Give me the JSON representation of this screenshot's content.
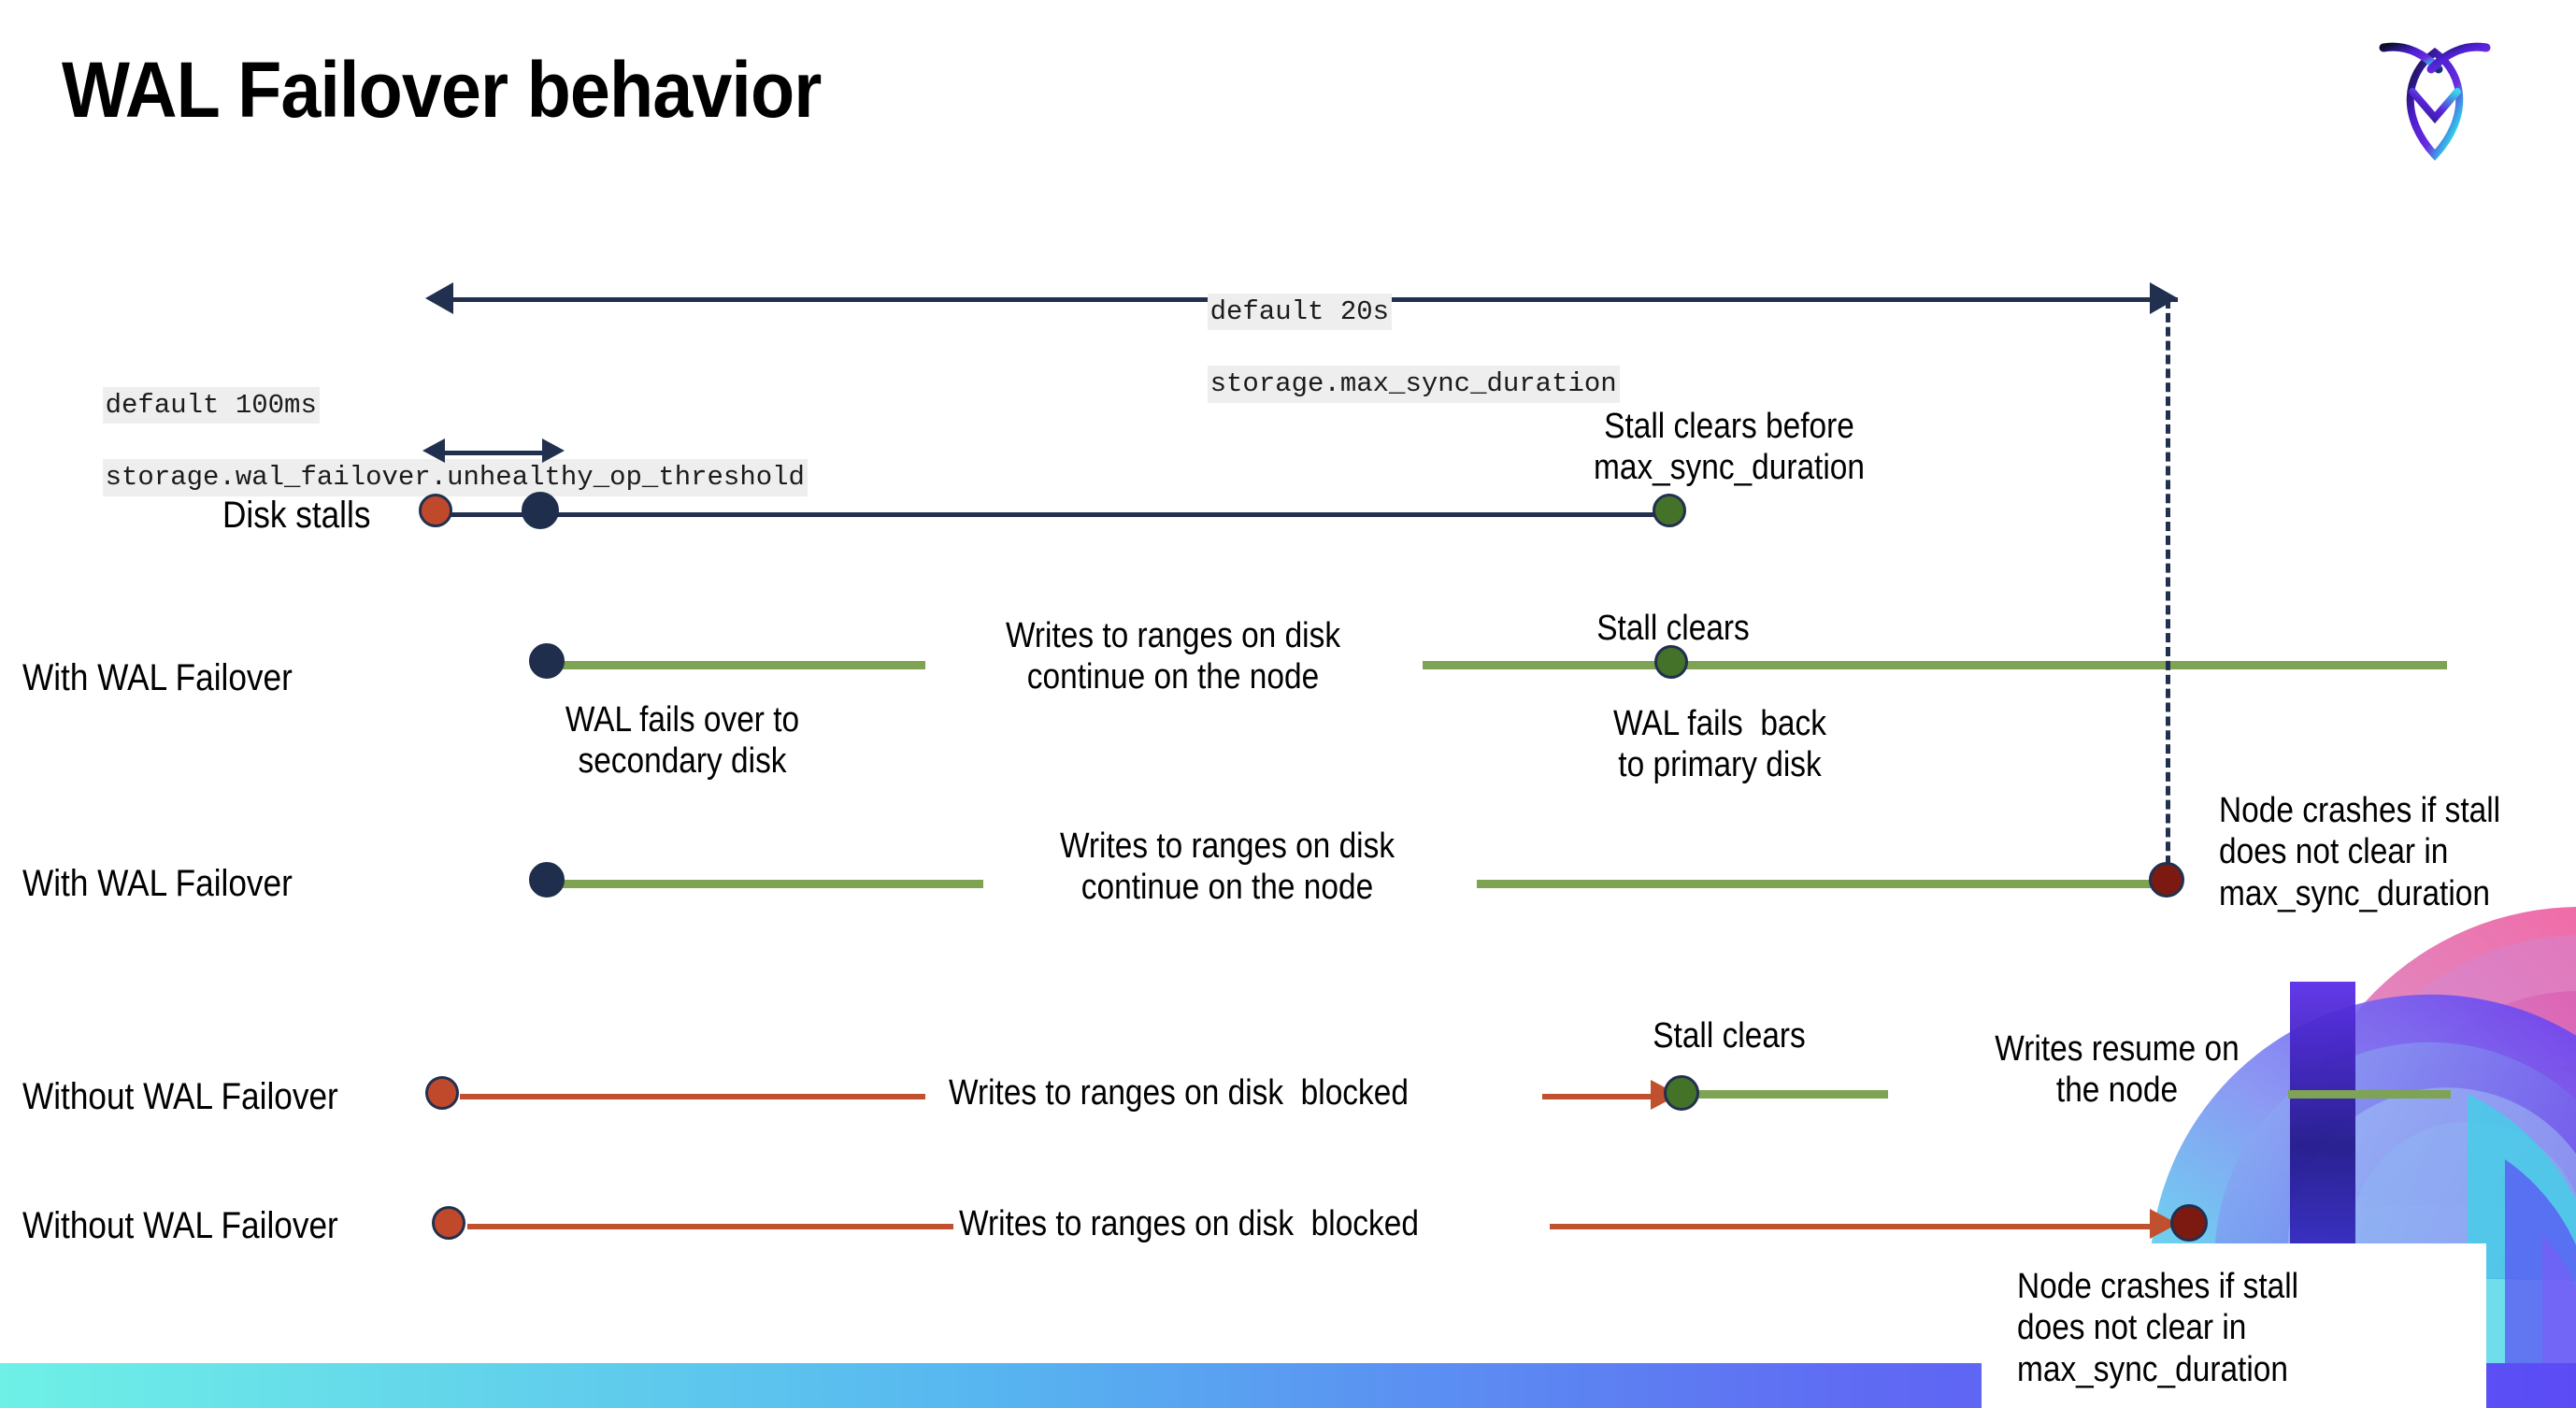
{
  "slide": {
    "title": "WAL Failover behavior",
    "background": "#ffffff",
    "logo_name": "cockroachdb-logo"
  },
  "colors": {
    "navy": "#22304f",
    "navy_dot": "#1f2e4d",
    "orange": "#c0492b",
    "orange_line": "#c0502e",
    "green_line": "#7da353",
    "green_dot": "#457229",
    "dark_red": "#7c1a12",
    "code_bg": "#eeeeee",
    "bar_gradient_start": "#6ef0e6",
    "bar_gradient_end": "#5b4bf5"
  },
  "annotations": {
    "max_sync_duration": {
      "default": "default 20s",
      "setting": "storage.max_sync_duration"
    },
    "unhealthy_op_threshold": {
      "default": "default 100ms",
      "setting": "storage.wal_failover.unhealthy_op_threshold"
    }
  },
  "rows": [
    {
      "label": "Disk stalls",
      "notes": [
        "Stall clears before\nmax_sync_duration"
      ]
    },
    {
      "label": "With WAL Failover",
      "notes": [
        "WAL fails over to\nsecondary disk",
        "Writes to ranges on disk\ncontinue on the node",
        "Stall clears",
        "WAL fails  back\nto primary disk"
      ]
    },
    {
      "label": "With WAL Failover",
      "notes": [
        "Writes to ranges on disk\ncontinue on the node",
        "Node crashes if stall\ndoes not clear in\nmax_sync_duration"
      ]
    },
    {
      "label": "Without WAL Failover",
      "notes": [
        "Writes to ranges on disk  blocked",
        "Stall clears",
        "Writes resume on\nthe node"
      ]
    },
    {
      "label": "Without WAL Failover",
      "notes": [
        "Writes to ranges on disk  blocked",
        "Node crashes if stall\ndoes not clear in\nmax_sync_duration"
      ]
    }
  ],
  "labels": {
    "disk_stalls": "Disk stalls",
    "with_wal_failover_1": "With WAL Failover",
    "with_wal_failover_2": "With WAL Failover",
    "without_wal_failover_1": "Without WAL Failover",
    "without_wal_failover_2": "Without WAL Failover",
    "stall_clears_before": "Stall clears before\nmax_sync_duration",
    "wal_fails_over": "WAL fails over to\nsecondary disk",
    "writes_continue_1": "Writes to ranges on disk\ncontinue on the node",
    "stall_clears_2": "Stall clears",
    "wal_fails_back": "WAL fails  back\nto primary disk",
    "writes_continue_2": "Writes to ranges on disk\ncontinue on the node",
    "node_crashes_1": "Node crashes if stall\ndoes not clear in\nmax_sync_duration",
    "writes_blocked_1": "Writes to ranges on disk  blocked",
    "stall_clears_3": "Stall clears",
    "writes_resume": "Writes resume on\nthe node",
    "writes_blocked_2": "Writes to ranges on disk  blocked",
    "node_crashes_2": "Node crashes if stall\ndoes not clear in\nmax_sync_duration"
  }
}
